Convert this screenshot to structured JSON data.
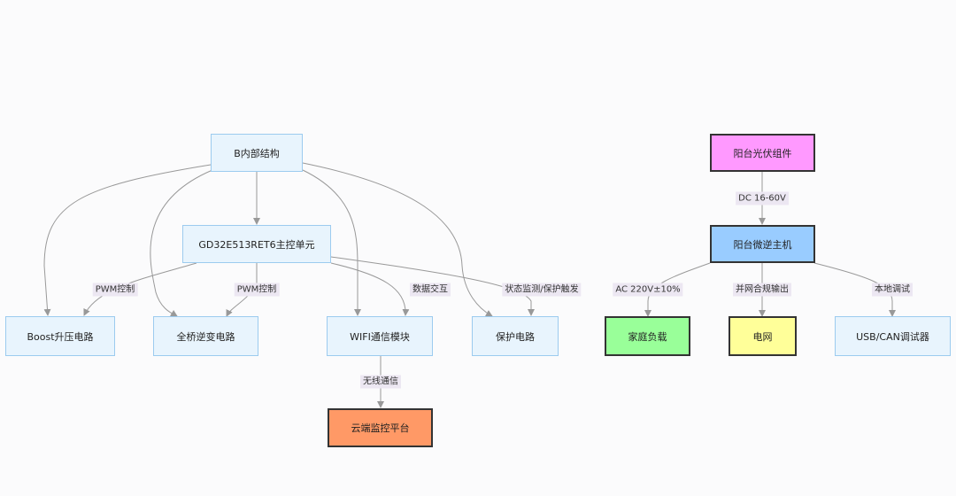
{
  "nodes": {
    "b_structure": "B内部结构",
    "controller": "GD32E513RET6主控单元",
    "boost": "Boost升压电路",
    "bridge": "全桥逆变电路",
    "wifi": "WIFI通信模块",
    "protection": "保护电路",
    "cloud": "云端监控平台",
    "pv": "阳台光伏组件",
    "inverter": "阳台微逆主机",
    "home_load": "家庭负载",
    "grid": "电网",
    "debugger": "USB/CAN调试器"
  },
  "edge_labels": {
    "pwm_boost": "PWM控制",
    "pwm_bridge": "PWM控制",
    "data_exchange": "数据交互",
    "status_protect": "状态监测/保护触发",
    "wireless": "无线通信",
    "dc_input": "DC 16-60V",
    "ac_output": "AC 220V±10%",
    "grid_output": "并网合规输出",
    "local_debug": "本地调试"
  },
  "colors": {
    "default_fill": "#e8f4fd",
    "default_border": "#9ccbef",
    "cloud_fill": "#ff9966",
    "pv_fill": "#ff99ff",
    "inverter_fill": "#99ccff",
    "home_load_fill": "#99ff99",
    "grid_fill": "#ffff99",
    "edge_label_bg": "#ece7f2",
    "edge": "#999999"
  }
}
